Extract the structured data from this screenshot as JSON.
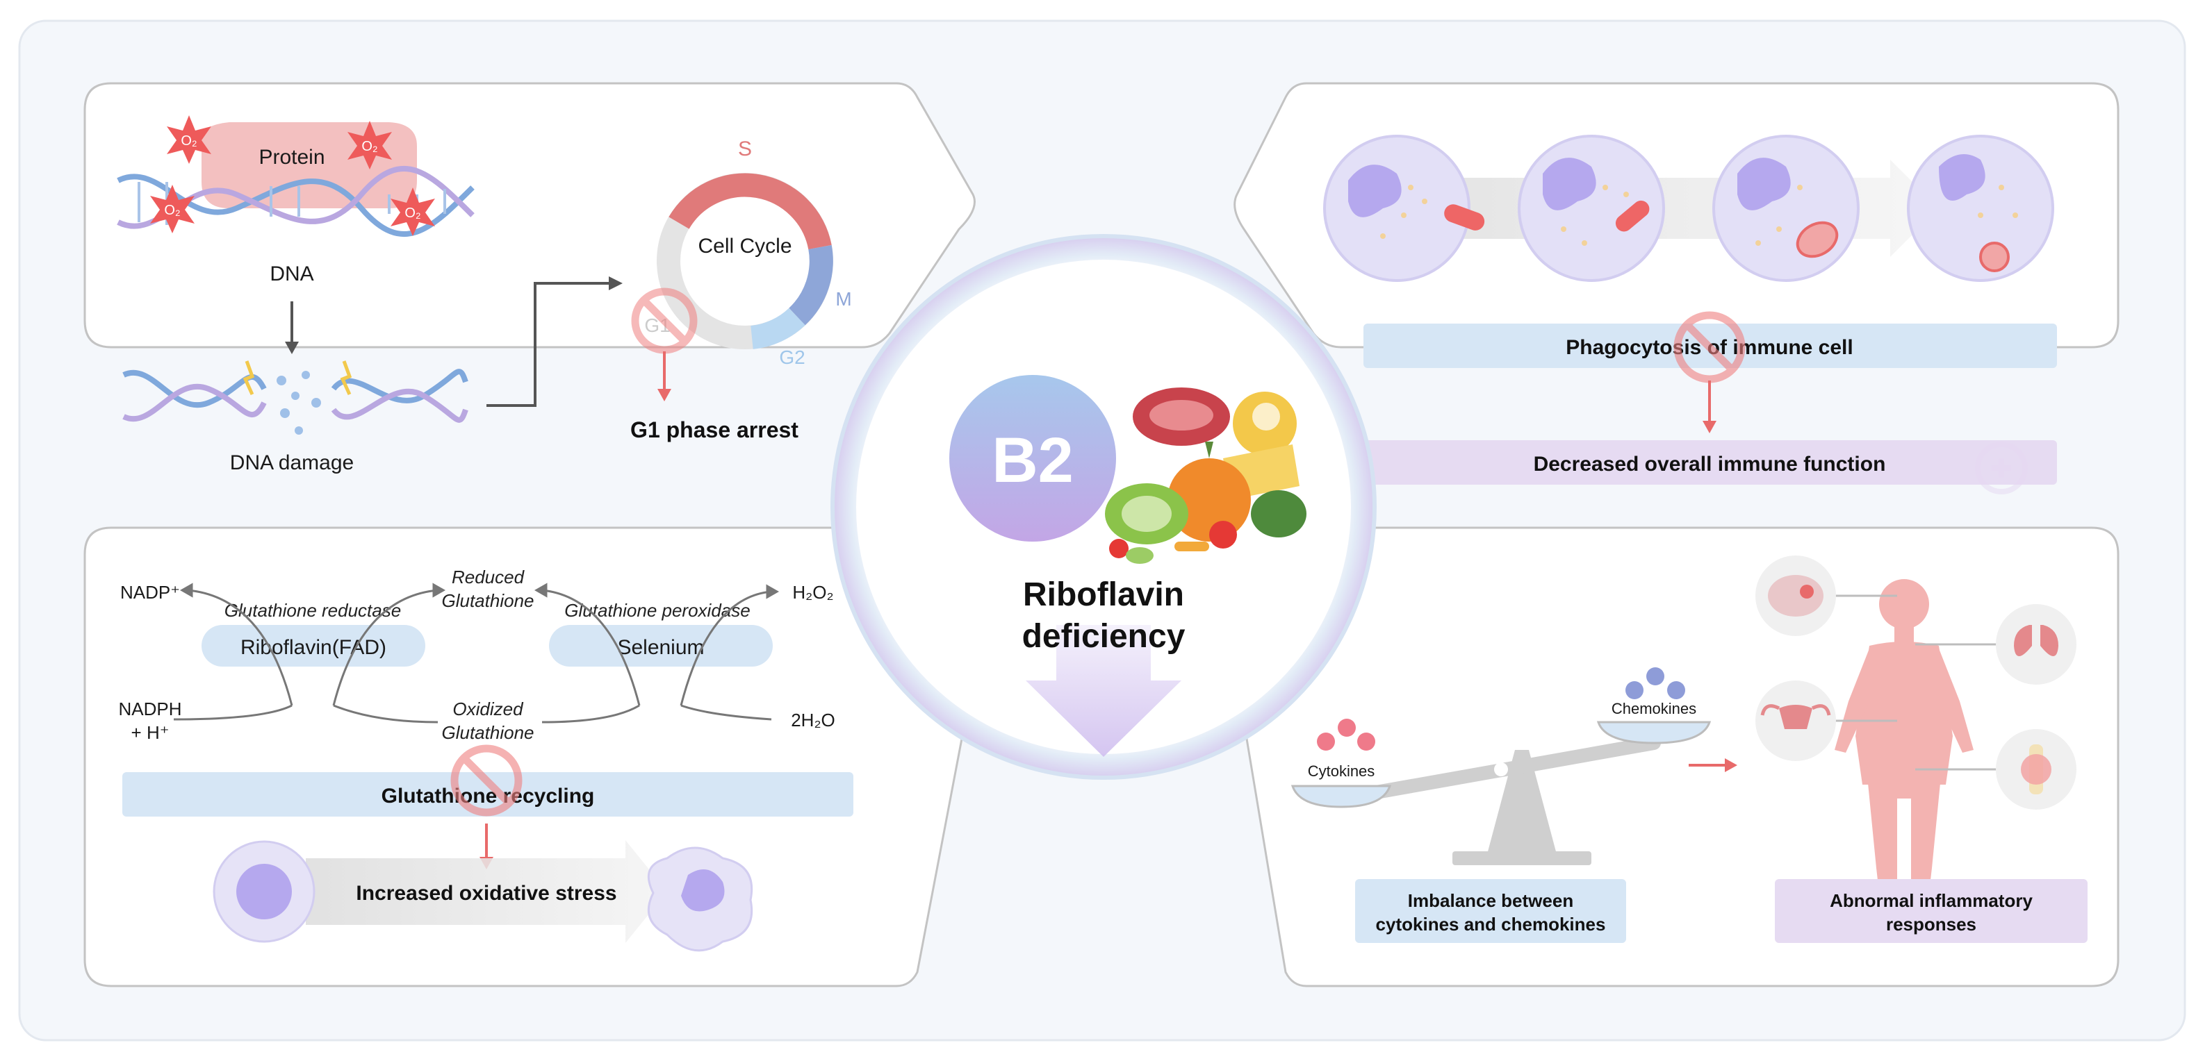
{
  "center": {
    "vitamin": "B2",
    "title_line1": "Riboflavin",
    "title_line2": "deficiency"
  },
  "panel_dna": {
    "protein": "Protein",
    "radical": "O₂",
    "dna": "DNA",
    "dna_damage": "DNA damage",
    "cell_cycle": "Cell Cycle",
    "phase_s": "S",
    "phase_m": "M",
    "phase_g2": "G2",
    "phase_g1": "G1",
    "arrest": "G1 phase arrest"
  },
  "panel_immune": {
    "phagocytosis": "Phagocytosis of immune cell",
    "decreased": "Decreased overall immune function"
  },
  "panel_glutathione": {
    "nadp_plus": "NADP⁺",
    "nadph_line1": "NADPH",
    "nadph_line2": "+ H⁺",
    "reduced_line1": "Reduced",
    "reduced_line2": "Glutathione",
    "oxidized_line1": "Oxidized",
    "oxidized_line2": "Glutathione",
    "gr": "Glutathione reductase",
    "gpx": "Glutathione peroxidase",
    "riboflavin": "Riboflavin(FAD)",
    "selenium": "Selenium",
    "h2o2": "H₂O₂",
    "h2o": "2H₂O",
    "recycling": "Glutathione recycling",
    "oxidative": "Increased oxidative stress"
  },
  "panel_inflammation": {
    "cytokines": "Cytokines",
    "chemokines": "Chemokines",
    "imbalance_line1": "Imbalance between",
    "imbalance_line2": "cytokines and chemokines",
    "abnormal_line1": "Abnormal inflammatory",
    "abnormal_line2": "responses"
  },
  "colors": {
    "panel_border": "#bdbdbd",
    "label_blue": "#d6e6f5",
    "label_purple": "#e6dbf2",
    "prohibit_red": "#f08080",
    "arrow_red": "#e86a6a",
    "cell_purple": "#c9c0ee",
    "body_pink": "#f3b3b1"
  }
}
